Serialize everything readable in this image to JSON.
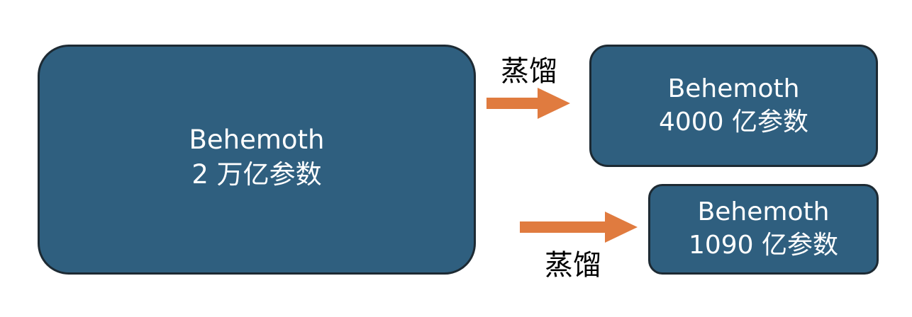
{
  "diagram": {
    "source_model": {
      "name": "Behemoth",
      "size": "2 万亿参数"
    },
    "distilled_models": [
      {
        "name": "Behemoth",
        "size": "4000 亿参数",
        "edge_label": "蒸馏"
      },
      {
        "name": "Behemoth",
        "size": "1090 亿参数",
        "edge_label": "蒸馏"
      }
    ]
  },
  "colors": {
    "box_fill": "#2f5f7f",
    "box_border": "#1d2a33",
    "box_text": "#ffffff",
    "arrow": "#e07b3f",
    "label_text": "#000000"
  }
}
